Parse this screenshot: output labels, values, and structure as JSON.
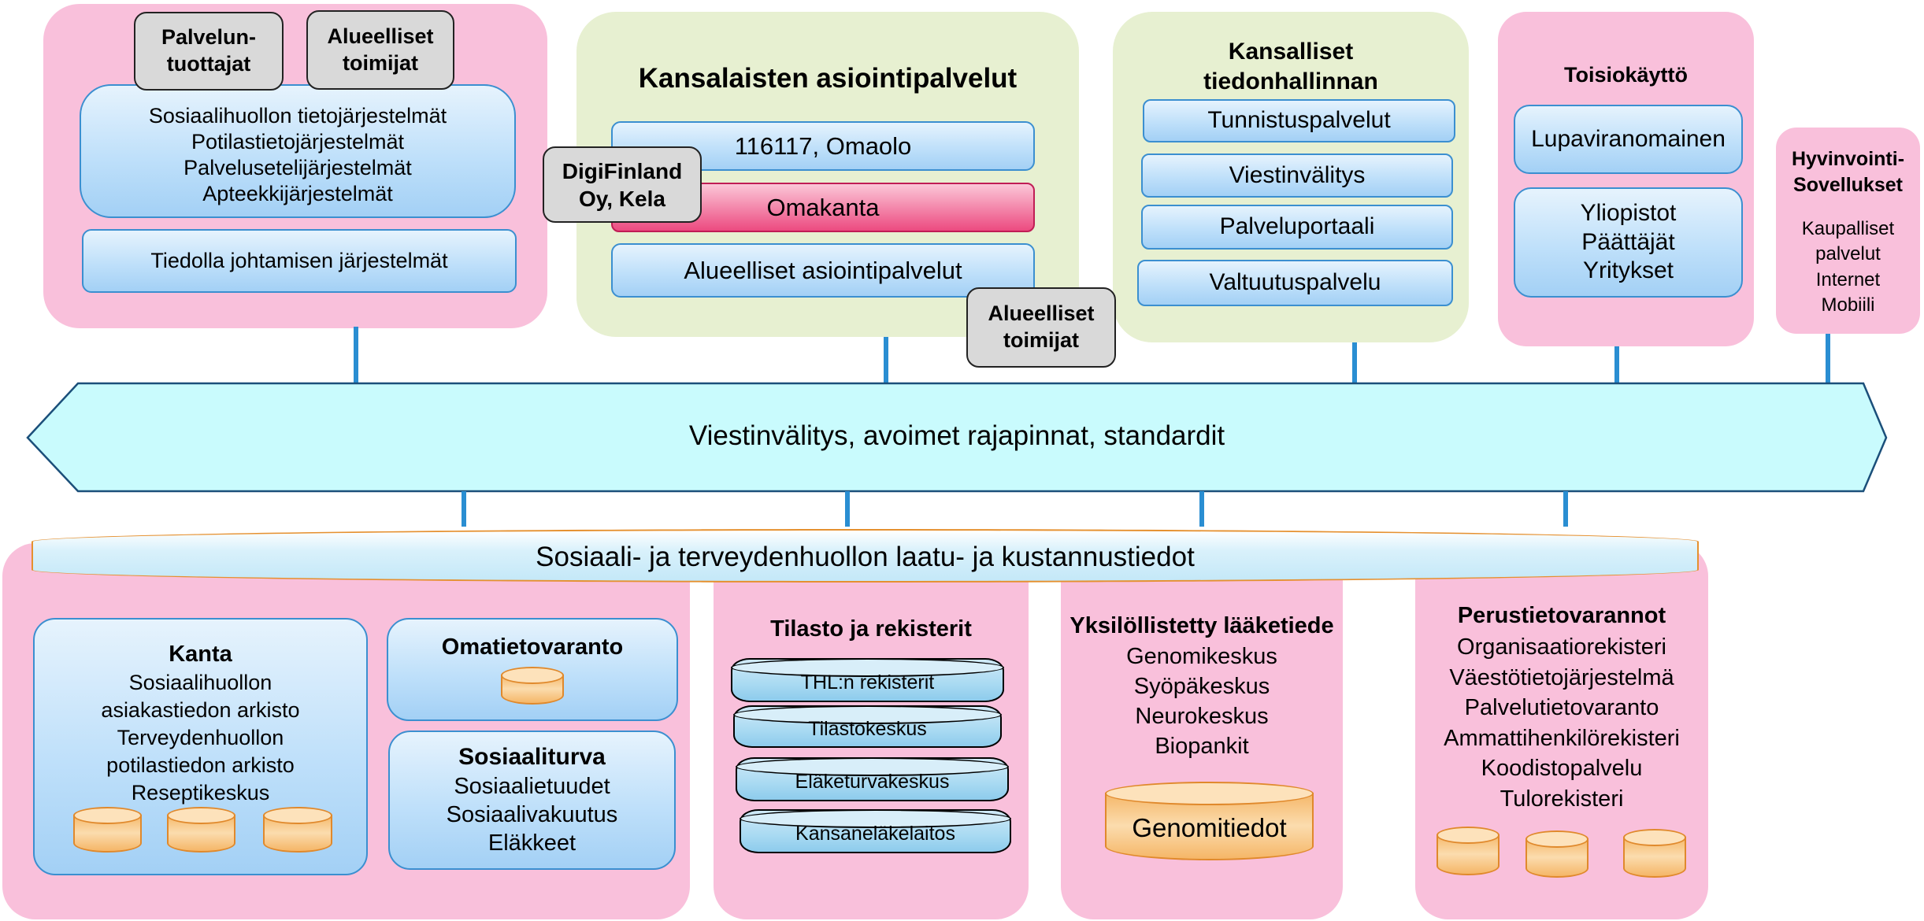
{
  "top": {
    "left_panel": {
      "tags": [
        "Palvelun-\ntuottajat",
        "Alueelliset\ntoimijat"
      ],
      "systems": [
        "Sosiaalihuollon tietojärjestelmät",
        "Potilastietojärjestelmät",
        "Palvelusetelijärjestelmät",
        "Apteekkijärjestelmät"
      ],
      "leadership": "Tiedolla johtamisen järjestelmät"
    },
    "citizen_panel": {
      "title": "Kansalaisten asiointipalvelut",
      "items": [
        "116117, Omaolo",
        "Omakanta",
        "Alueelliset asiointipalvelut"
      ],
      "tag_left": "DigiFinland\nOy, Kela",
      "tag_right": "Alueelliset\ntoimijat"
    },
    "national_panel": {
      "title": "Kansalliset\ntiedonhallinnan",
      "items": [
        "Tunnistuspalvelut",
        "Viestinvälitys",
        "Palveluportaali",
        "Valtuutuspalvelu"
      ]
    },
    "secondary_panel": {
      "title": "Toisiokäyttö",
      "item1": "Lupaviranomainen",
      "item2": [
        "Yliopistot",
        "Päättäjät",
        "Yritykset"
      ]
    },
    "wellbeing_panel": {
      "title": "Hyvinvointi-\nSovellukset",
      "items": [
        "Kaupalliset",
        "palvelut",
        "Internet",
        "Mobiili"
      ]
    }
  },
  "bus": {
    "label": "Viestinvälitys, avoimet rajapinnat, standardit"
  },
  "quality_bar": {
    "label": "Sosiaali- ja terveydenhuollon laatu- ja kustannustiedot"
  },
  "bottom": {
    "kanta": {
      "title": "Kanta",
      "lines": [
        "Sosiaalihuollon",
        "asiakastiedon arkisto",
        "Terveydenhuollon",
        "potilastiedon arkisto",
        "Reseptikeskus"
      ]
    },
    "omatieto": {
      "title": "Omatietovaranto"
    },
    "sosiaaliturva": {
      "title": "Sosiaaliturva",
      "lines": [
        "Sosiaalietuudet",
        "Sosiaalivakuutus",
        "Eläkkeet"
      ]
    },
    "tilasto": {
      "title": "Tilasto ja rekisterit",
      "items": [
        "THL:n rekisterit",
        "Tilastokeskus",
        "Eläketurvakeskus",
        "Kansaneläkelaitos"
      ]
    },
    "laake": {
      "title": "Yksilöllistetty lääketiede",
      "lines": [
        "Genomikeskus",
        "Syöpäkeskus",
        "Neurokeskus",
        "Biopankit"
      ],
      "db_label": "Genomitiedot"
    },
    "perus": {
      "title": "Perustietovarannot",
      "lines": [
        "Organisaatiorekisteri",
        "Väestötietojärjestelmä",
        "Palvelutietovaranto",
        "Ammattihenkilörekisteri",
        "Koodistopalvelu",
        "Tulorekisteri"
      ]
    }
  },
  "colors": {
    "pink": "#f9c0db",
    "green": "#e7f0d1",
    "blue_border": "#3b8fd0",
    "bus_fill": "#c9fbfd",
    "bus_border": "#1b4f7a",
    "connector": "#2a8ed2",
    "db_orange": "#f5b667",
    "omakanta_red": "#ec4a80"
  }
}
